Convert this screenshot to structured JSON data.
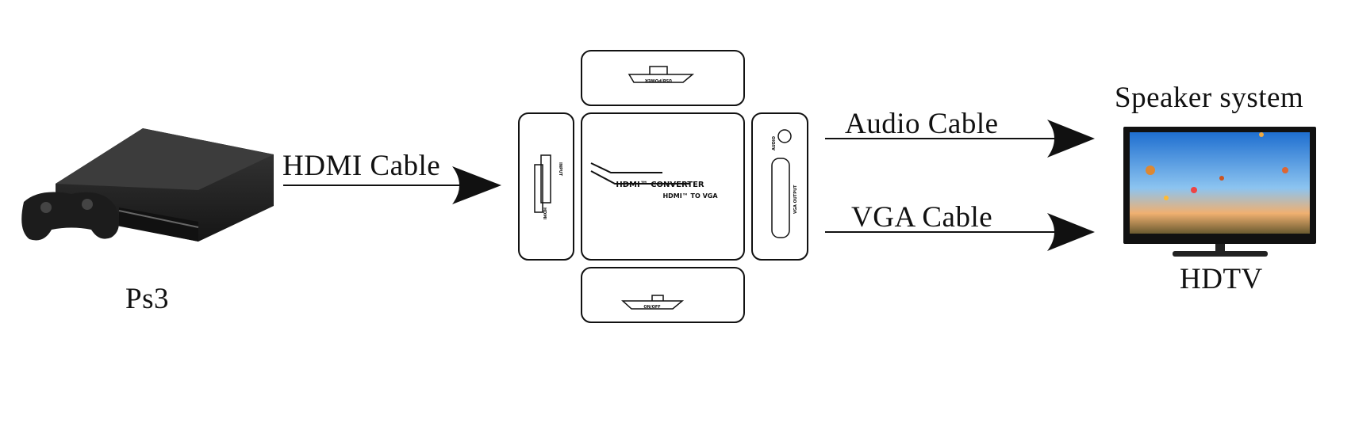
{
  "source_device": {
    "label": "Ps3"
  },
  "input_cable": {
    "label": "HDMI Cable"
  },
  "converter": {
    "title": "HDMI™ CONVERTER",
    "subtitle": "HDMI™ TO VGA",
    "top_port": "USB/POWER",
    "left_port_a": "HDMI",
    "left_port_b": "INPUT",
    "right_port_a": "AUDIO",
    "right_port_b": "VGA OUTPUT",
    "bottom_switch": "ON/OFF"
  },
  "output_cables": [
    {
      "label": "Audio Cable"
    },
    {
      "label": "VGA Cable"
    }
  ],
  "targets": {
    "speaker": "Speaker system",
    "tv": "HDTV"
  },
  "colors": {
    "ink": "#111111",
    "console": "#2a2a2a",
    "sky": "#4a9be0"
  }
}
